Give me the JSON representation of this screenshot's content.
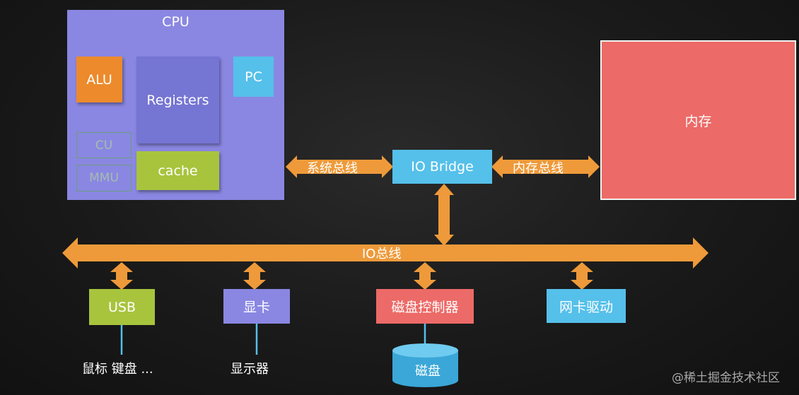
{
  "cpu": {
    "title": "CPU",
    "alu": "ALU",
    "registers": "Registers",
    "pc": "PC",
    "cu": "CU",
    "mmu": "MMU",
    "cache": "cache"
  },
  "memory": {
    "label": "内存"
  },
  "io_bridge": {
    "label": "IO Bridge"
  },
  "buses": {
    "system_bus": "系统总线",
    "memory_bus": "内存总线",
    "io_bus": "IO总线"
  },
  "devices": {
    "usb": "USB",
    "gpu": "显卡",
    "disk_controller": "磁盘控制器",
    "nic": "网卡驱动"
  },
  "peripherals": {
    "mouse_keyboard": "鼠标 键盘 ...",
    "monitor": "显示器",
    "disk": "磁盘"
  },
  "watermark": "@稀土掘金技术社区",
  "colors": {
    "background": "#1a1a1a",
    "cpu": "#8a87e2",
    "alu": "#ec8a2c",
    "registers": "#7575d3",
    "pc": "#55c0ea",
    "cache": "#a8c43d",
    "memory": "#ec6a67",
    "io_bridge": "#55c0ea",
    "bus_arrow": "#ee9a3a",
    "usb": "#a8c43d",
    "gpu": "#8a87e2",
    "disk_controller": "#ec6a67",
    "nic": "#55c0ea",
    "disk": "#55c0ea"
  }
}
